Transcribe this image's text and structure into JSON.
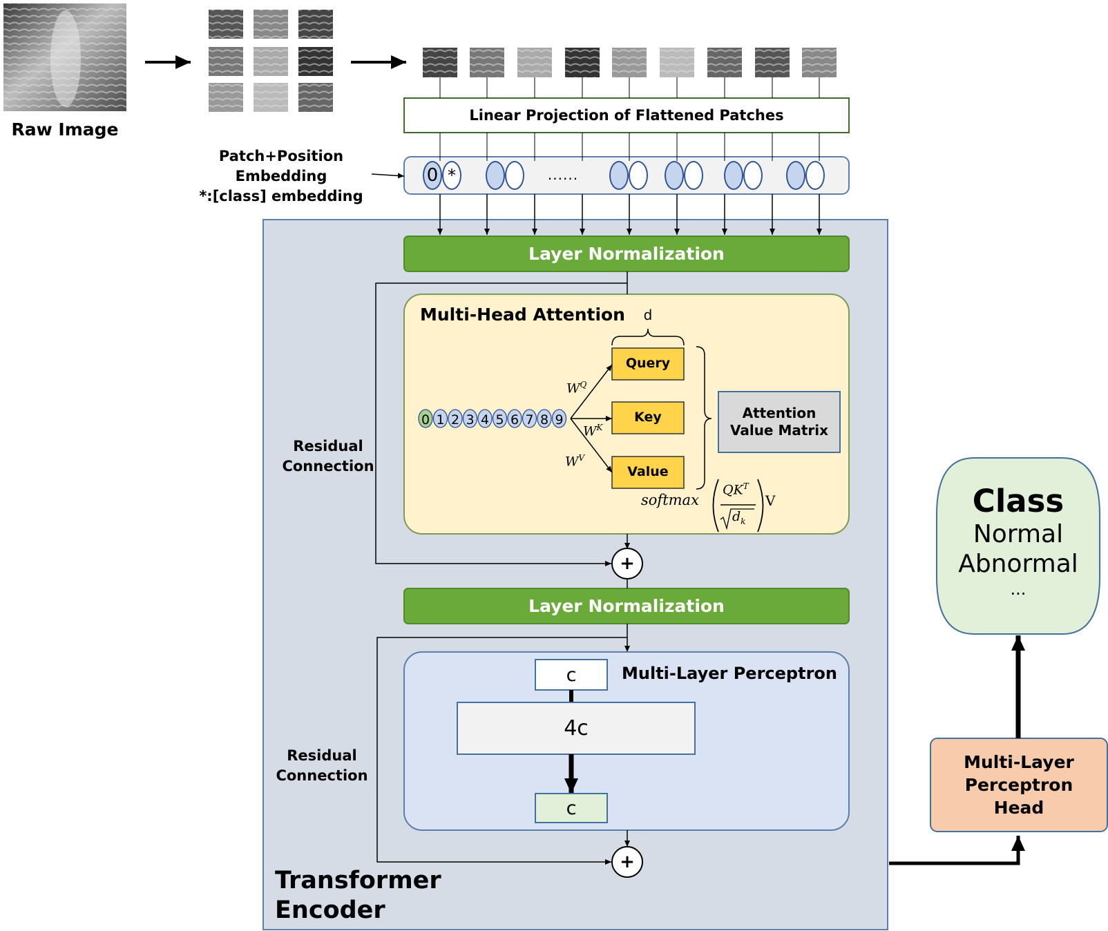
{
  "raw_image": {
    "label": "Raw Image"
  },
  "embedding": {
    "line1": "Patch+Position",
    "line2": "Embedding",
    "line3": "*:[class] embedding",
    "class_token": "0",
    "class_mark": "*",
    "ellipsis": "......"
  },
  "projection": {
    "label": "Linear Projection of Flattened Patches"
  },
  "encoder": {
    "title_line1": "Transformer",
    "title_line2": "Encoder",
    "layer_norm_1": "Layer Normalization",
    "layer_norm_2": "Layer Normalization",
    "residual_1_line1": "Residual",
    "residual_1_line2": "Connection",
    "residual_2_line1": "Residual",
    "residual_2_line2": "Connection",
    "plus_1": "+",
    "plus_2": "+"
  },
  "attention": {
    "title": "Multi-Head Attention",
    "dim_label": "d",
    "tokens": [
      "0",
      "1",
      "2",
      "3",
      "4",
      "5",
      "6",
      "7",
      "8",
      "9"
    ],
    "query": "Query",
    "key": "Key",
    "value": "Value",
    "wq": "W",
    "wq_sup": "Q",
    "wk": "W",
    "wk_sup": "K",
    "wv": "W",
    "wv_sup": "V",
    "matrix_line1": "Attention",
    "matrix_line2": "Value Matrix",
    "formula_softmax": "softmax",
    "formula_num": "QK",
    "formula_num_sup": "T",
    "formula_den": "d",
    "formula_den_sub": "k",
    "formula_v": "V"
  },
  "mlp": {
    "title": "Multi-Layer Perceptron",
    "input": "c",
    "hidden": "4c",
    "output": "c"
  },
  "head": {
    "line1": "Multi-Layer",
    "line2": "Perceptron",
    "line3": "Head"
  },
  "class_box": {
    "title": "Class",
    "item1": "Normal",
    "item2": "Abnormal",
    "more": "..."
  },
  "colors": {
    "encoder_bg": "#d6dce5",
    "encoder_border": "#5b7fa8",
    "layer_norm": "#6aaa3a",
    "attention_bg": "#fff2cc",
    "attention_border": "#7a9a55",
    "qkv": "#ffd44a",
    "mlp_bg": "#dae3f3",
    "mlp_border": "#5b7fa8",
    "head_bg": "#f8cbad",
    "class_bg": "#e2efd9",
    "class_border": "#41719c",
    "token_fill": "#c6d5ee",
    "output_c": "#e2efd9"
  }
}
